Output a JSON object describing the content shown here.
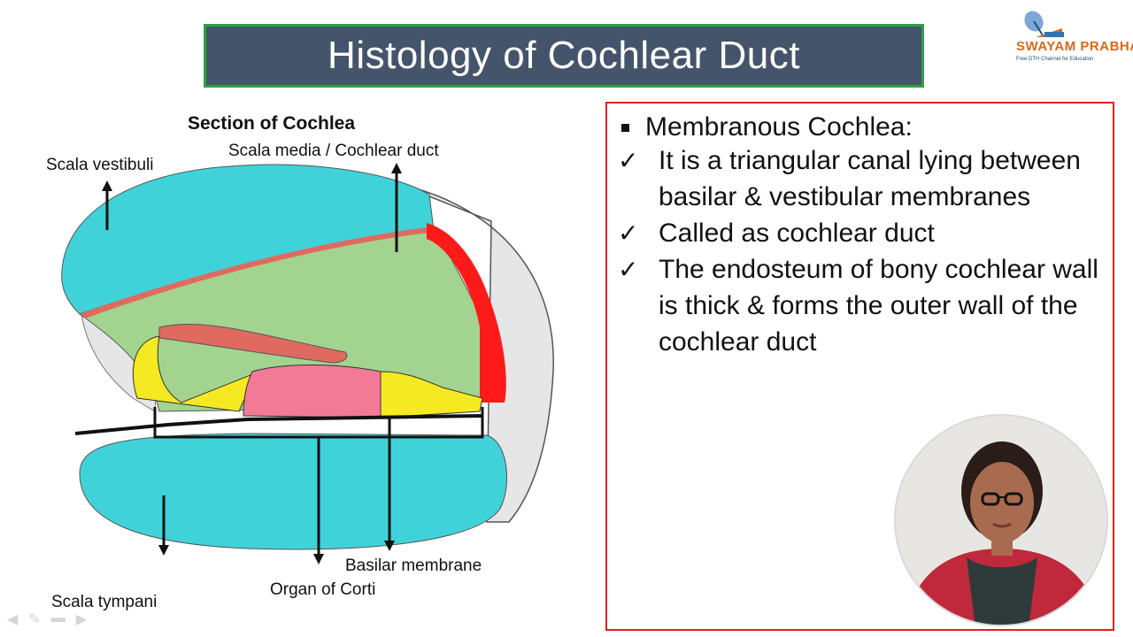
{
  "slide": {
    "title": "Histology of Cochlear Duct"
  },
  "logo": {
    "brand": "SWAYAM PRABHA",
    "tagline": "Free DTH Channel for Education"
  },
  "diagram": {
    "heading": "Section of Cochlea",
    "labels": {
      "scala_media": "Scala media / Cochlear duct",
      "scala_vestibuli": "Scala vestibuli",
      "basilar_membrane": "Basilar membrane",
      "organ_of_corti": "Organ of Corti",
      "scala_tympani": "Scala tympani"
    },
    "colors": {
      "scala_fluid": "#3fd3d9",
      "duct": "#a2d48f",
      "organ": "#f27a96",
      "support_cells": "#f5ea21",
      "stria": "#ff1a1a",
      "membrane": "#e06a5f",
      "bone": "#e6e6e6"
    }
  },
  "content": {
    "heading": "Membranous Cochlea:",
    "points": [
      "It is a triangular canal lying between basilar & vestibular membranes",
      "Called as cochlear duct",
      "The endosteum of bony cochlear wall is thick & forms the outer wall of the cochlear duct"
    ],
    "check_glyph": "✓",
    "border_color": "#e02020"
  },
  "toolbar": {
    "icons": [
      "arrow-left-icon",
      "pen-icon",
      "highlighter-icon",
      "arrow-right-icon"
    ]
  }
}
